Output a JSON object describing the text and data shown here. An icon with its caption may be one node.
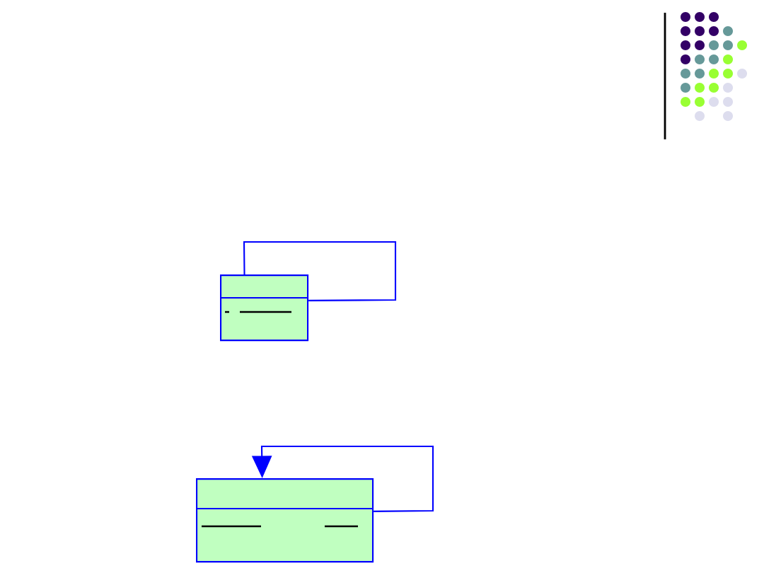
{
  "diagram": {
    "nodes": [
      {
        "text": [],
        "shape": "box"
      },
      {
        "text": [],
        "shape": "box"
      }
    ],
    "edges": [
      {
        "from": 0,
        "to": 0,
        "arrow": "none"
      },
      {
        "from": 1,
        "to": 1,
        "arrow": "to"
      }
    ]
  }
}
